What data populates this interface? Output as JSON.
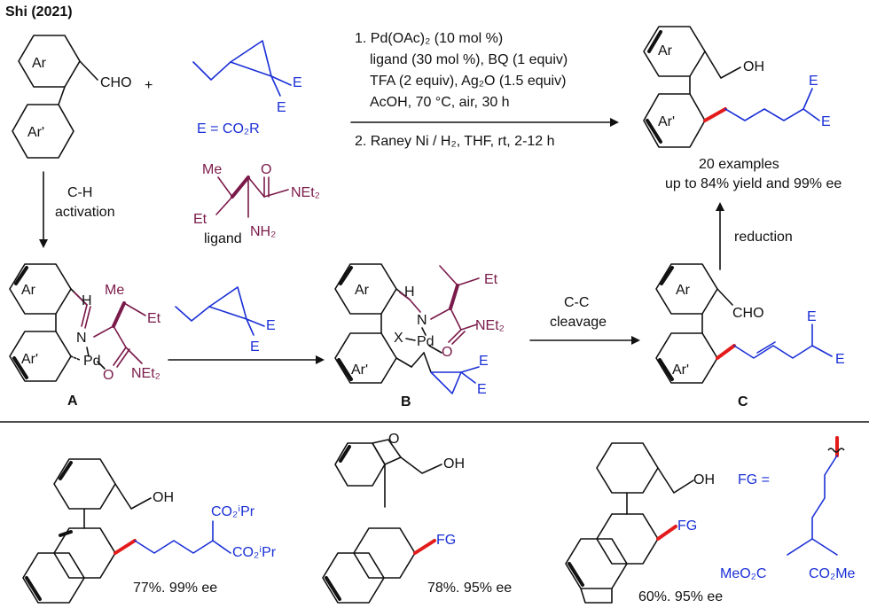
{
  "figure": {
    "title": "Shi (2021)",
    "labels": {
      "ar": "Ar",
      "ar_prime": "Ar'",
      "cho": "CHO",
      "oh": "OH",
      "e": "E",
      "plus": "+",
      "e_def": "E = CO₂R",
      "me": "Me",
      "et": "Et",
      "net2": "NEt₂",
      "nh2": "NH₂",
      "ligand": "ligand",
      "n": "N",
      "h": "H",
      "pd": "Pd",
      "o": "O",
      "x": "X",
      "fg": "FG",
      "fg_eq": "FG =",
      "co2ipr": "CO₂ⁱPr",
      "meo2c": "MeO₂C",
      "co2me": "CO₂Me"
    },
    "conditions": [
      "1. Pd(OAc)₂ (10 mol %)",
      "ligand (30 mol %), BQ (1 equiv)",
      "TFA (2 equiv), Ag₂O (1.5 equiv)",
      "AcOH, 70 °C, air, 30 h",
      "2. Raney Ni / H₂, THF, rt, 2-12 h"
    ],
    "results": [
      "20 examples",
      "up to 84% yield and 99% ee"
    ],
    "steps": {
      "ch_activation": [
        "C-H",
        "activation"
      ],
      "cc_cleavage": [
        "C-C",
        "cleavage"
      ],
      "reduction": "reduction"
    },
    "intermediates": [
      "A",
      "B",
      "C"
    ],
    "examples": [
      {
        "yield": "77%. 99% ee"
      },
      {
        "yield": "78%. 95% ee"
      },
      {
        "yield": "60%. 95% ee"
      }
    ]
  }
}
